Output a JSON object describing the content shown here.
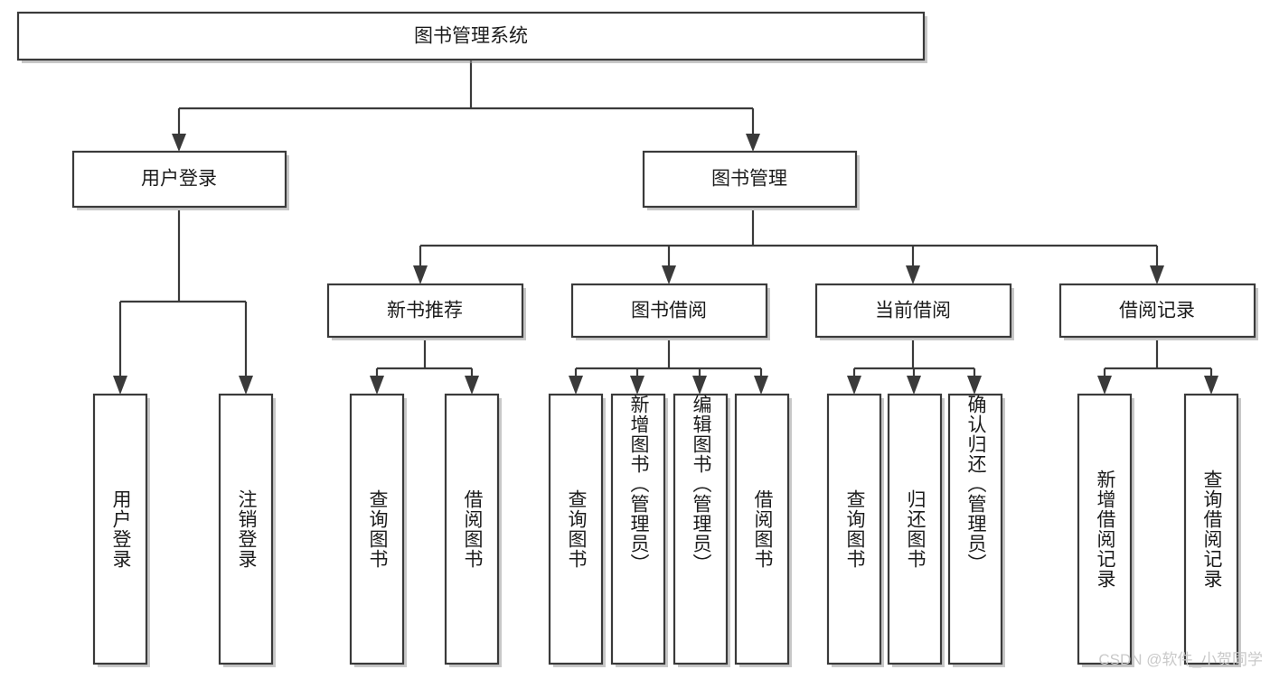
{
  "diagram": {
    "title": "图书管理系统",
    "type": "tree",
    "watermark": "CSDN @软件_小贺同学",
    "nodes": {
      "root": {
        "label": "图书管理系统",
        "level": 0,
        "orientation": "horizontal"
      },
      "l1": [
        {
          "id": "user-login",
          "label": "用户登录",
          "orientation": "horizontal"
        },
        {
          "id": "book-manage",
          "label": "图书管理",
          "orientation": "horizontal"
        }
      ],
      "l2": [
        {
          "id": "new-book-recommend",
          "label": "新书推荐",
          "parent": "book-manage",
          "orientation": "horizontal"
        },
        {
          "id": "book-borrow",
          "label": "图书借阅",
          "parent": "book-manage",
          "orientation": "horizontal"
        },
        {
          "id": "current-borrow",
          "label": "当前借阅",
          "parent": "book-manage",
          "orientation": "horizontal"
        },
        {
          "id": "borrow-record",
          "label": "借阅记录",
          "parent": "book-manage",
          "orientation": "horizontal"
        }
      ],
      "leaves": [
        {
          "id": "leaf-user-login",
          "label": "用户登录",
          "parent": "user-login",
          "orientation": "vertical"
        },
        {
          "id": "leaf-user-logout",
          "label": "注销登录",
          "parent": "user-login",
          "orientation": "vertical"
        },
        {
          "id": "leaf-query-book-1",
          "label": "查询图书",
          "parent": "new-book-recommend",
          "orientation": "vertical"
        },
        {
          "id": "leaf-borrow-book-1",
          "label": "借阅图书",
          "parent": "new-book-recommend",
          "orientation": "vertical"
        },
        {
          "id": "leaf-query-book-2",
          "label": "查询图书",
          "parent": "book-borrow",
          "orientation": "vertical"
        },
        {
          "id": "leaf-add-book",
          "label": "新增图书（管理员）",
          "parent": "book-borrow",
          "orientation": "vertical"
        },
        {
          "id": "leaf-edit-book",
          "label": "编辑图书（管理员）",
          "parent": "book-borrow",
          "orientation": "vertical"
        },
        {
          "id": "leaf-borrow-book-2",
          "label": "借阅图书",
          "parent": "book-borrow",
          "orientation": "vertical"
        },
        {
          "id": "leaf-query-book-3",
          "label": "查询图书",
          "parent": "current-borrow",
          "orientation": "vertical"
        },
        {
          "id": "leaf-return-book",
          "label": "归还图书",
          "parent": "current-borrow",
          "orientation": "vertical"
        },
        {
          "id": "leaf-confirm-return",
          "label": "确认归还（管理员）",
          "parent": "current-borrow",
          "orientation": "vertical"
        },
        {
          "id": "leaf-add-record",
          "label": "新增借阅记录",
          "parent": "borrow-record",
          "orientation": "vertical"
        },
        {
          "id": "leaf-query-record",
          "label": "查询借阅记录",
          "parent": "borrow-record",
          "orientation": "vertical"
        }
      ]
    },
    "colors": {
      "stroke": "#3a3a3a",
      "fill": "#ffffff",
      "text": "#1c1c1c",
      "watermark": "#c9c9c9"
    }
  }
}
